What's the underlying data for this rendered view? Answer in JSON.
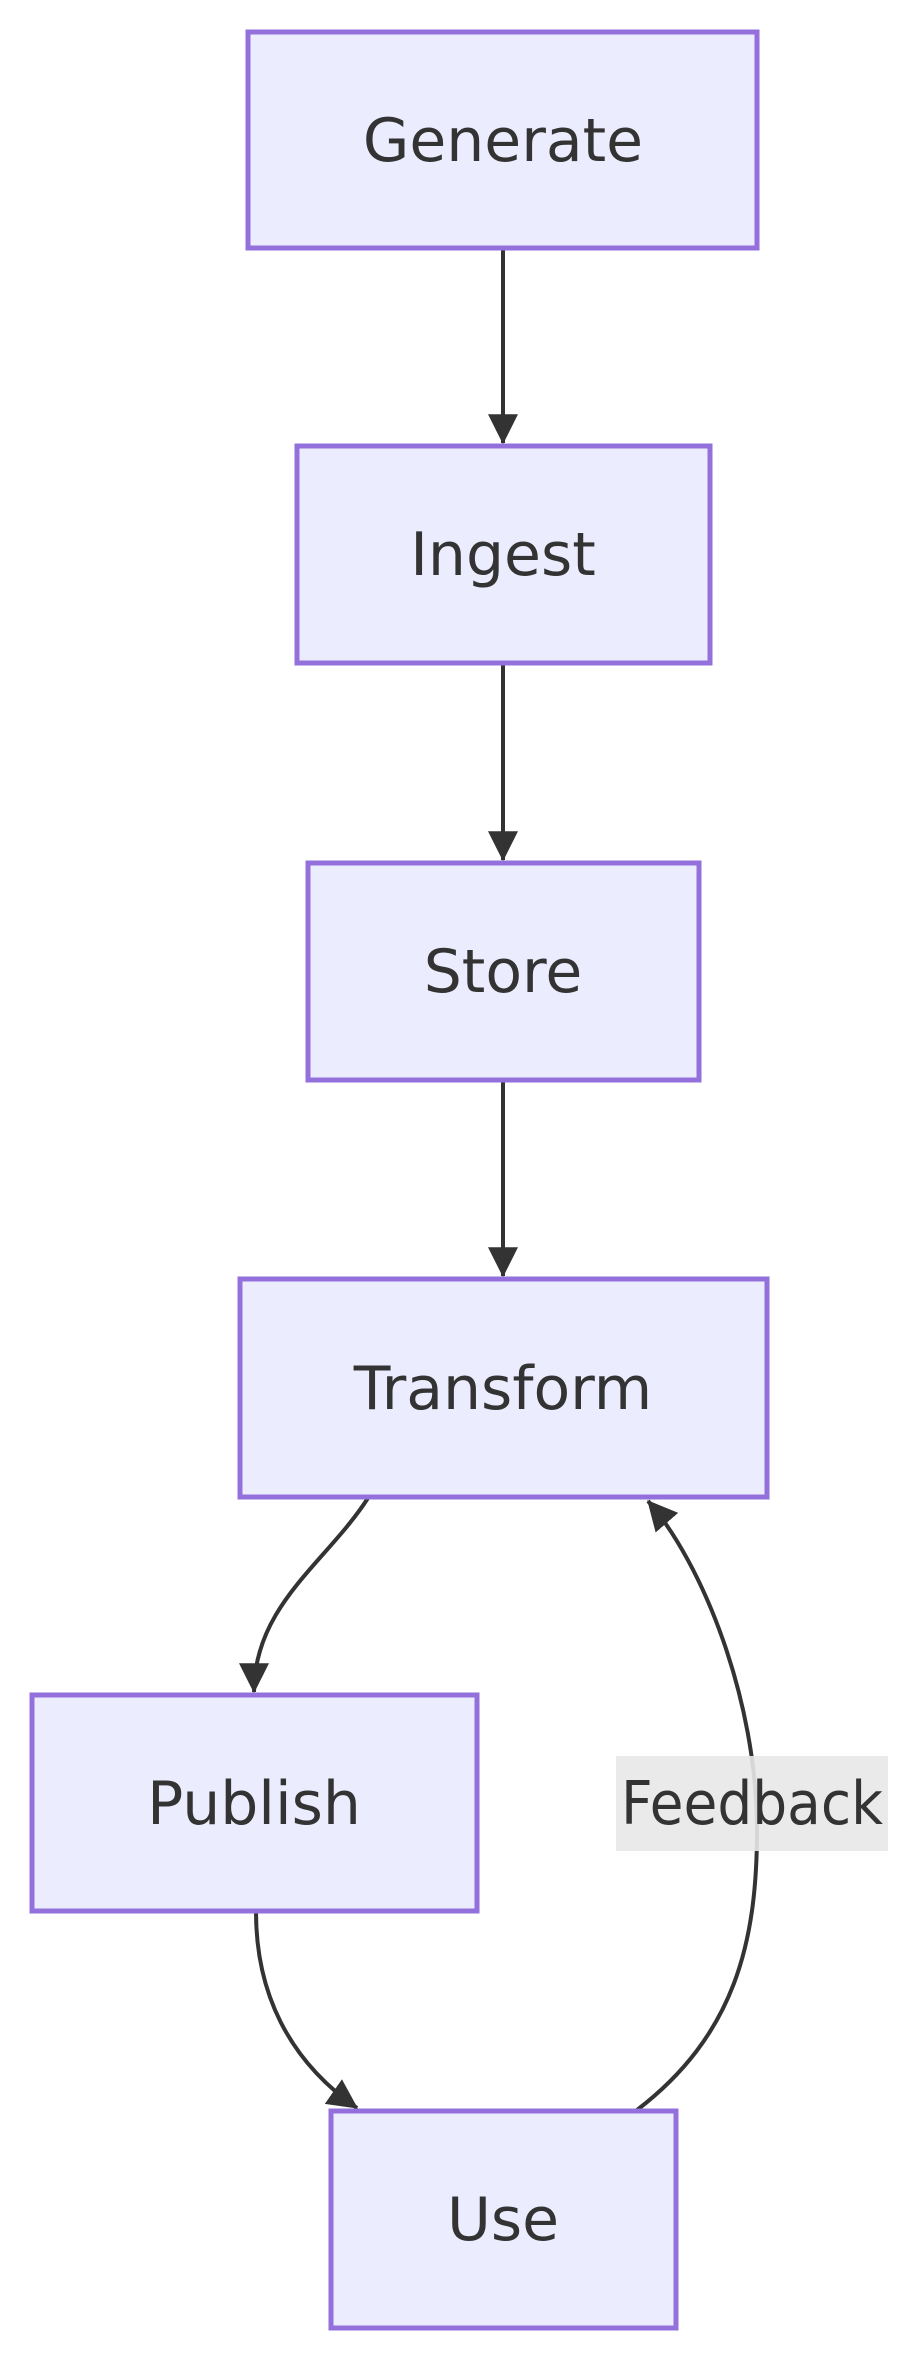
{
  "diagram": {
    "type": "flowchart",
    "direction": "top-to-bottom",
    "nodes": [
      {
        "id": "generate",
        "label": "Generate"
      },
      {
        "id": "ingest",
        "label": "Ingest"
      },
      {
        "id": "store",
        "label": "Store"
      },
      {
        "id": "transform",
        "label": "Transform"
      },
      {
        "id": "publish",
        "label": "Publish"
      },
      {
        "id": "use",
        "label": "Use"
      }
    ],
    "edges": [
      {
        "from": "generate",
        "to": "ingest",
        "label": ""
      },
      {
        "from": "ingest",
        "to": "store",
        "label": ""
      },
      {
        "from": "store",
        "to": "transform",
        "label": ""
      },
      {
        "from": "transform",
        "to": "publish",
        "label": ""
      },
      {
        "from": "publish",
        "to": "use",
        "label": ""
      },
      {
        "from": "use",
        "to": "transform",
        "label": "Feedback"
      }
    ],
    "colors": {
      "node_fill": "#ECECFF",
      "node_border": "#9370DB",
      "edge_line": "#333333",
      "text": "#333333",
      "edge_label_bg": "#e8e8e8",
      "background": "#ffffff"
    }
  }
}
